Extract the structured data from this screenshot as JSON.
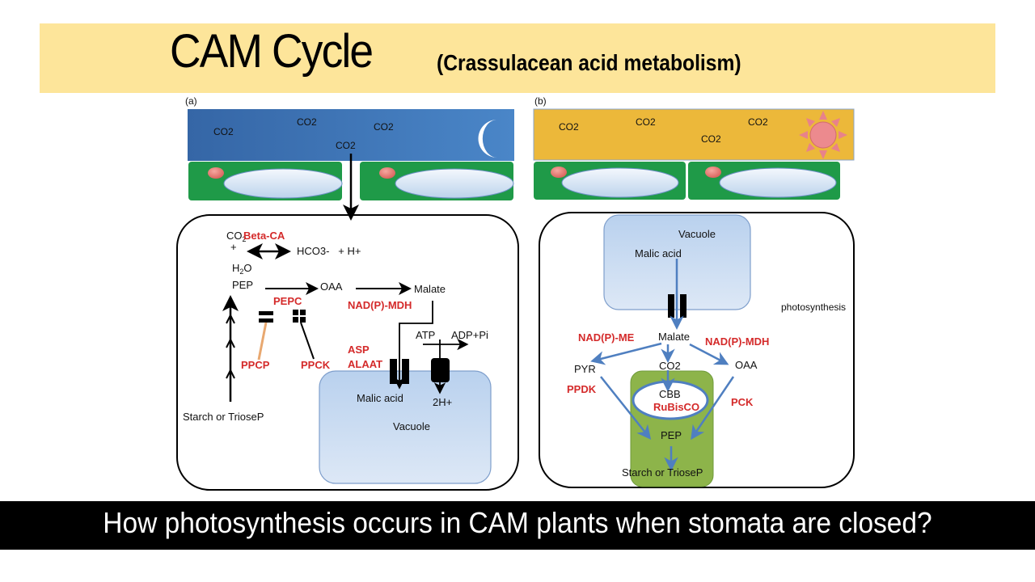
{
  "title": {
    "main": "CAM Cycle",
    "subtitle": "(Crassulacean acid metabolism)"
  },
  "colors": {
    "banner": "#fde59a",
    "night_sky": "#3f78b8",
    "day_sky": "#ecb83a",
    "leaf_green": "#1f9a48",
    "enzyme_red": "#d42a2a",
    "arrow_blue": "#4f7fc0",
    "chloroplast_green": "#8db44a",
    "vacuole_blue": "#c7daf0"
  },
  "panel_a": {
    "label": "(a)",
    "sky_icon": "moon-icon",
    "co2_labels": [
      "CO2",
      "CO2",
      "CO2",
      "CO2"
    ],
    "beta_ca": {
      "reactant1": "CO",
      "reactant1_sub": "2",
      "plus": "+",
      "reactant2": "H",
      "reactant2_sub": "2",
      "reactant2_end": "O",
      "enzyme": "Beta-CA",
      "products": "HCO3-   + H+"
    },
    "pep": "PEP",
    "oaa": "OAA",
    "malate": "Malate",
    "pepc": "PEPC",
    "nadp_mdh": "NAD(P)-MDH",
    "ppcp": "PPCP",
    "ppck": "PPCK",
    "asp": "ASP",
    "alaat": "ALAAT",
    "atp": "ATP",
    "adp_pi": "ADP+Pi",
    "two_h": "2H+",
    "malic_acid": "Malic acid",
    "vacuole": "Vacuole",
    "starch": "Starch or TrioseP"
  },
  "panel_b": {
    "label": "(b)",
    "sky_icon": "sun-icon",
    "co2_labels": [
      "CO2",
      "CO2",
      "CO2",
      "CO2"
    ],
    "vacuole": "Vacuole",
    "malic_acid": "Malic acid",
    "photosynthesis": "photosynthesis",
    "nadp_me": "NAD(P)-ME",
    "malate": "Malate",
    "nadp_mdh": "NAD(P)-MDH",
    "pyr": "PYR",
    "co2": "CO2",
    "oaa": "OAA",
    "ppdk": "PPDK",
    "cbb": "CBB",
    "rubisco": "RuBisCO",
    "pck": "PCK",
    "pep": "PEP",
    "starch": "Starch or TrioseP"
  },
  "footer": {
    "question": "How photosynthesis occurs in CAM plants when stomata are closed?"
  }
}
